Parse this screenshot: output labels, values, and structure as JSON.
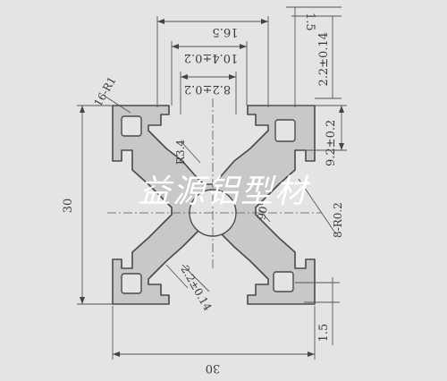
{
  "drawing": {
    "watermark": "益源铝型材",
    "colors": {
      "paper": "#e4e4e2",
      "profile_fill": "#c8c8c6",
      "profile_stroke": "#4a4a4a",
      "dim_line": "#555555",
      "watermark": "#ffffff"
    },
    "dimensions": {
      "top_outer_width": "16.5",
      "slot_width": "10.4±0.2",
      "slot_opening": "8.2±0.2",
      "right_top": "1.5",
      "right_upper": "2.2±0.14",
      "right_middle": "9.2±0.2",
      "radius_corner_label": "16-R1",
      "radius_center": "R3.4",
      "angle": "90°",
      "radius_small": "8-R0.2",
      "overall_height": "30",
      "overall_width": "30",
      "diagonal_wall": "2.2±0.14",
      "right_bottom": "1.5"
    }
  }
}
